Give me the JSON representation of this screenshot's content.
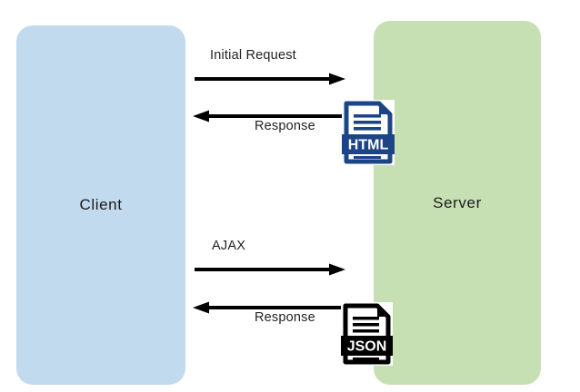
{
  "diagram": {
    "title": "Client Server AJAX request response flow",
    "background": "#ffffff",
    "participants": [
      {
        "id": "client",
        "label": "Client",
        "color": "#c2daee",
        "side": "left"
      },
      {
        "id": "server",
        "label": "Server",
        "color": "#c7e0b3",
        "side": "right"
      }
    ],
    "messages": [
      {
        "id": "initial-request",
        "label": "Initial Request",
        "direction": "right",
        "from": "client",
        "to": "server",
        "label_position": "above"
      },
      {
        "id": "html-response",
        "label": "Response",
        "direction": "left",
        "from": "server",
        "to": "client",
        "label_position": "below",
        "payload": "HTML"
      },
      {
        "id": "ajax-request",
        "label": "AJAX",
        "direction": "right",
        "from": "client",
        "to": "server",
        "label_position": "above"
      },
      {
        "id": "json-response",
        "label": "Response",
        "direction": "left",
        "from": "server",
        "to": "client",
        "label_position": "below",
        "payload": "JSON"
      }
    ],
    "file_icons": [
      {
        "id": "html-file-icon",
        "name": "html-file-icon",
        "label": "HTML",
        "fill": "#1c4587",
        "band": "#1f4e8c",
        "text_color": "#ffffff",
        "style": "blue"
      },
      {
        "id": "json-file-icon",
        "name": "json-file-icon",
        "label": "JSON",
        "fill": "#000000",
        "band": "#000000",
        "text_color": "#ffffff",
        "style": "black"
      }
    ],
    "arrow_color": "#000000"
  }
}
